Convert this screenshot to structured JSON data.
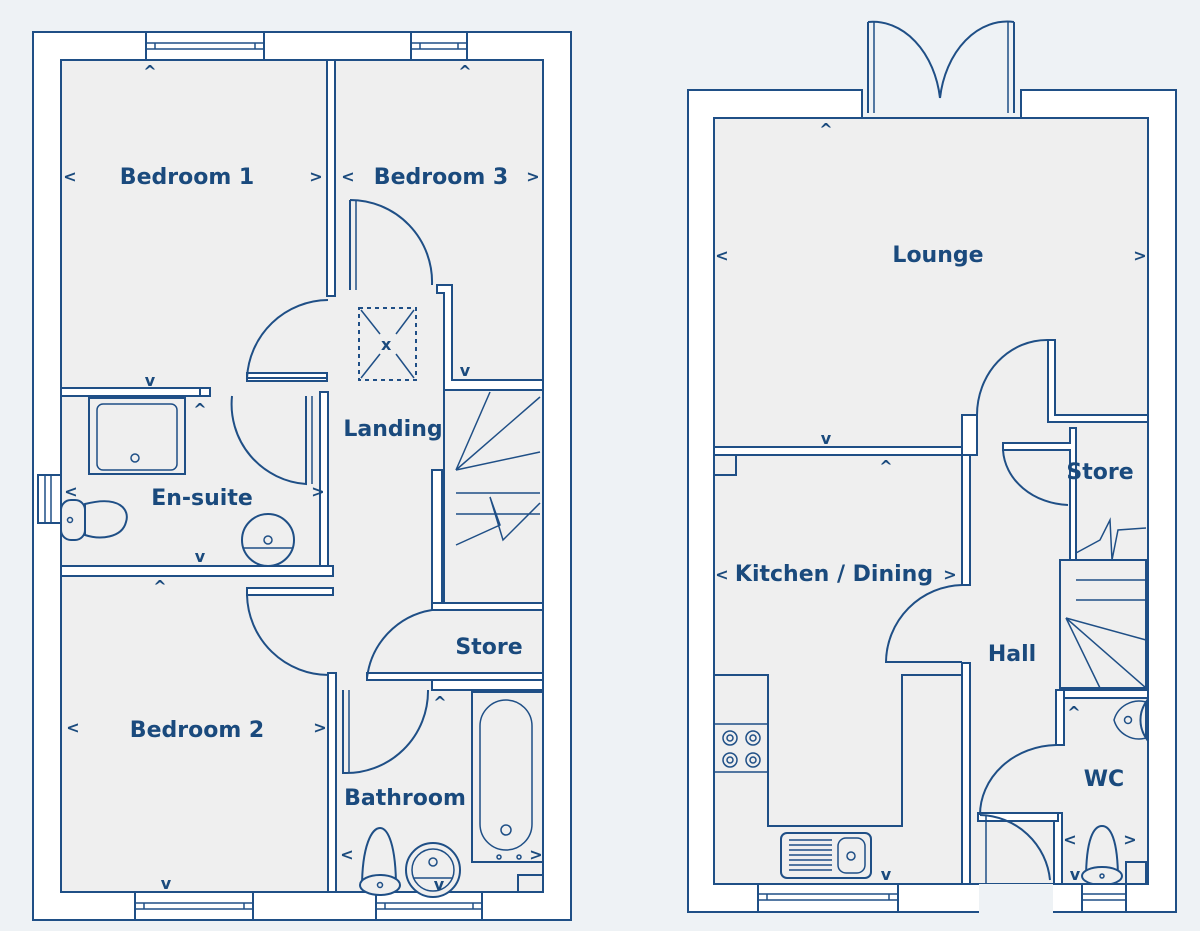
{
  "plan": {
    "colors": {
      "line": "#1f4f86",
      "text": "#1a4a7d",
      "floor": "#efefef",
      "wall": "#ffffff",
      "background": "#eef2f5"
    },
    "first_floor": {
      "rooms": [
        {
          "id": "bedroom1",
          "label": "Bedroom 1"
        },
        {
          "id": "bedroom3",
          "label": "Bedroom 3"
        },
        {
          "id": "landing",
          "label": "Landing"
        },
        {
          "id": "ensuite",
          "label": "En-suite"
        },
        {
          "id": "store_upper",
          "label": "Store"
        },
        {
          "id": "bedroom2",
          "label": "Bedroom 2"
        },
        {
          "id": "bathroom",
          "label": "Bathroom"
        }
      ]
    },
    "ground_floor": {
      "rooms": [
        {
          "id": "lounge",
          "label": "Lounge"
        },
        {
          "id": "store_lower",
          "label": "Store"
        },
        {
          "id": "kitchen_dining",
          "label": "Kitchen / Dining"
        },
        {
          "id": "hall",
          "label": "Hall"
        },
        {
          "id": "wc",
          "label": "WC"
        }
      ]
    },
    "markers": {
      "up": "^",
      "down": "v",
      "left": "<",
      "right": ">",
      "loft_hatch": "x"
    }
  }
}
